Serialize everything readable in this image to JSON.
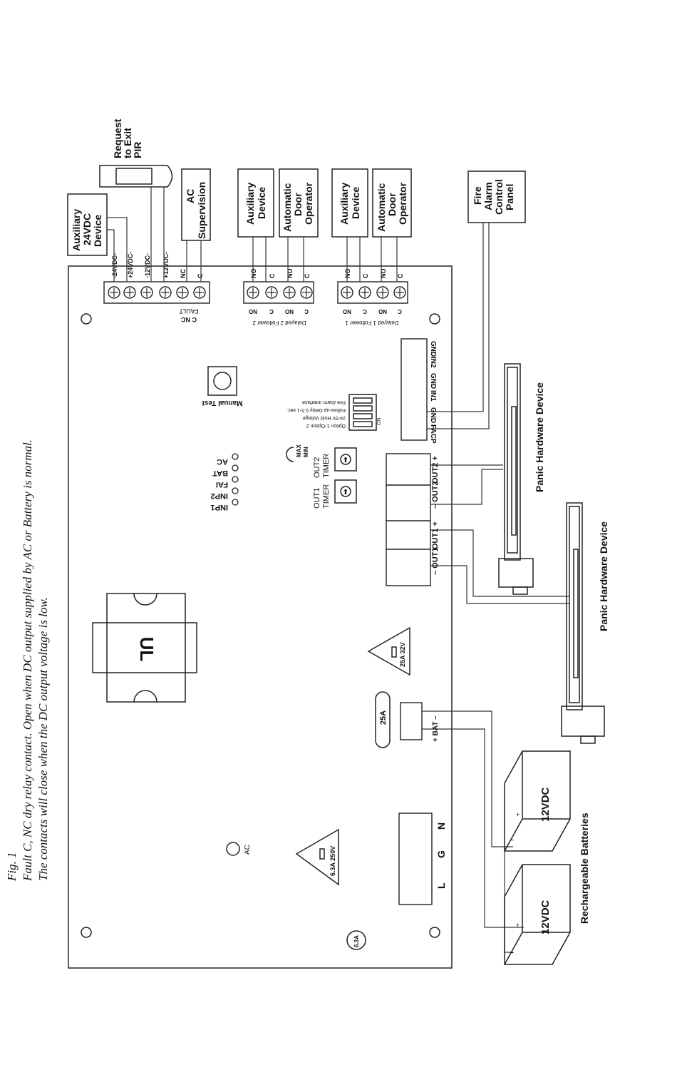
{
  "caption": {
    "fig": "Fig. 1",
    "line1": "Fault C, NC dry relay contact. Open when DC output supplied by AC or Battery is normal.",
    "line2": "The contacts will close when the DC output voltage is low."
  },
  "external_devices": {
    "aux24": [
      "Auxiliary",
      "24VDC",
      "Device"
    ],
    "pir": [
      "Request",
      "to Exit",
      "PIR"
    ],
    "ac_sup": [
      "AC",
      "Supervision"
    ],
    "aux2": [
      "Auxiliary",
      "Device"
    ],
    "door2": [
      "Automatic",
      "Door",
      "Operator"
    ],
    "aux1": [
      "Auxiliary",
      "Device"
    ],
    "door1": [
      "Automatic",
      "Door",
      "Operator"
    ],
    "facp": [
      "Fire",
      "Alarm",
      "Control",
      "Panel"
    ],
    "panic_label": "Panic Hardware Device",
    "batteries_label": "Rechargeable Batteries",
    "battery_voltage": "12VDC"
  },
  "terminals": {
    "top_fault": [
      "-24VDC-",
      "+24VDC-",
      "-12VDC-",
      "+12VDC-",
      "NC",
      "C"
    ],
    "fault_lower": [
      "C  NC",
      "FAULT"
    ],
    "follower2": [
      "NO",
      "C",
      "NO",
      "C"
    ],
    "follower2_label": "Delayed 2  Follower 2",
    "follower1": [
      "NO",
      "C",
      "NO",
      "C"
    ],
    "follower1_label": "Delayed 1  Follower 1",
    "facp_strip": [
      "GND",
      "IN2",
      "GND",
      "IN1",
      "GND",
      "FACP"
    ],
    "outputs": [
      "OUT2 +",
      "– OUT2",
      "OUT1 +",
      "– OUT1"
    ],
    "mains": [
      "N",
      "G",
      "L"
    ],
    "battery": "+ BAT –"
  },
  "board": {
    "manual_test": "Manual Test",
    "dip": [
      "Fire Alarm Interface",
      "Follow-up Delay 0.5-1 sec.",
      "24-5V Hold Voltage",
      "Option 1-Option 2"
    ],
    "dip_on": "ON",
    "dial_max": "MAX",
    "dial_min": "MIN",
    "leds": [
      "AC",
      "BAT",
      "FAI",
      "INP2",
      "INP1"
    ],
    "timer_out2": [
      "OUT2",
      "TIMER"
    ],
    "timer_out1": [
      "OUT1",
      "TIMER"
    ],
    "fuse_out": "25A 32V",
    "fuse_main": "6.3A 250V",
    "fuse_bat": "25A",
    "ac_led": "AC",
    "fuse_63": "6.3A"
  }
}
